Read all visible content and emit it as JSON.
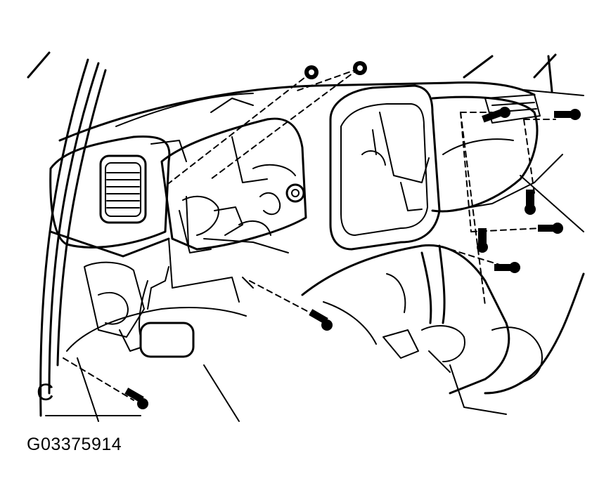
{
  "figure": {
    "callout_label": "C",
    "figure_id": "G03375914"
  },
  "parts": {
    "dashboard": "instrument-panel",
    "fasteners": "bolt-icon",
    "clips": "nut-icon"
  },
  "colors": {
    "line": "#000000",
    "background": "#ffffff"
  }
}
